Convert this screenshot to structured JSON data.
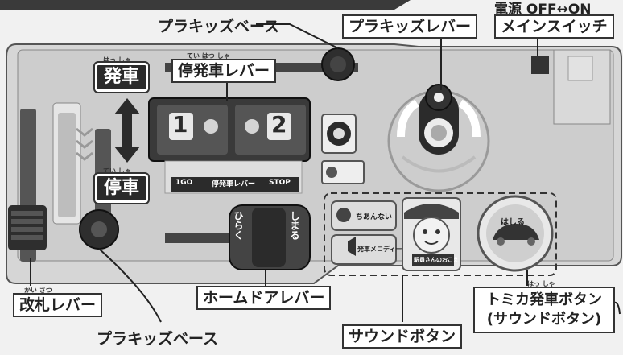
{
  "labels": {
    "top_base": "プラキッズベース",
    "lever_top_ruby": "てい はつ しゃ",
    "lever_top": "停発車レバー",
    "plakids_lever": "プラキッズレバー",
    "main_switch": "メインスイッチ",
    "power_switch": "電源 OFF↔ON",
    "start_ruby": "はっ しゃ",
    "start": "発車",
    "stop_ruby": "てい しゃ",
    "stop": "停車",
    "gate_ruby": "かい さつ",
    "gate_lever": "改札レバー",
    "bottom_base": "プラキッズベース",
    "home_door": "ホームドアレバー",
    "sound_button": "サウンドボタン",
    "tomica_ruby": "はっ しゃ",
    "tomica_line1": "トミカ発車ボタン",
    "tomica_line2": "(サウンドボタン)"
  },
  "device_text": {
    "slot1": "1",
    "slot2": "2",
    "strip_left": "1GO",
    "strip_mid": "停発車レバー",
    "strip_right": "STOP",
    "door_left": "ひらく",
    "door_right": "しまる",
    "bubble1": "ちあんない",
    "bubble2": "発車メロディー",
    "face_card": "駅員さんのおこえ",
    "tomica_btn": "はしる"
  },
  "colors": {
    "body": "#d9d9d9",
    "dark": "#2b2b2b",
    "label_border": "#333333"
  }
}
